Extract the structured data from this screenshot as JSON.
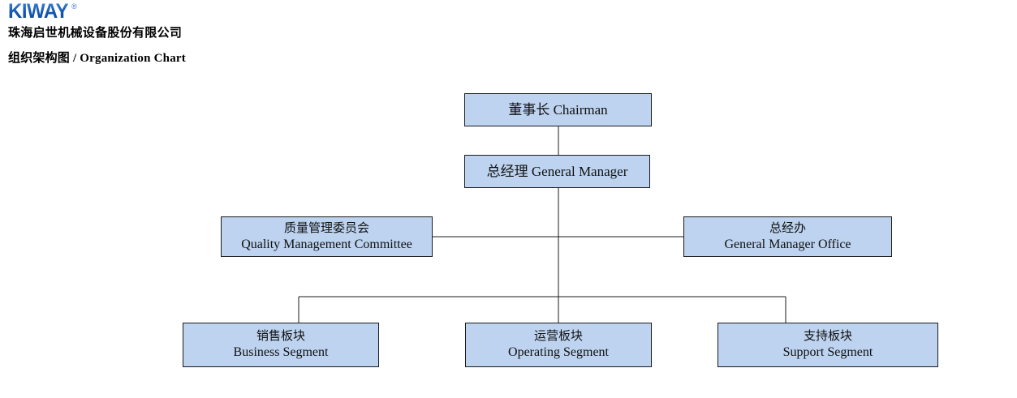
{
  "header": {
    "logo_text": "KIWAY",
    "logo_mark": "®",
    "company_name": "珠海启世机械设备股份有限公司",
    "chart_title": "组织架构图 / Organization Chart"
  },
  "colors": {
    "node_fill": "#bdd3ef",
    "node_border": "#1b1b1b",
    "connector": "#1b1b1b",
    "logo_blue": "#1356ae",
    "text": "#111111"
  },
  "chart_data": {
    "type": "diagram",
    "title": "组织架构图 / Organization Chart",
    "nodes": [
      {
        "id": "chairman",
        "cn": "董事长",
        "en": "Chairman",
        "label": "董事长 Chairman",
        "level": 0,
        "lines": 1
      },
      {
        "id": "gm",
        "cn": "总经理",
        "en": "General Manager",
        "label": "总经理 General Manager",
        "level": 1,
        "lines": 1
      },
      {
        "id": "qmc",
        "cn": "质量管理委员会",
        "en": "Quality Management Committee",
        "label": "质量管理委员会 / Quality Management Committee",
        "level": 2,
        "lines": 2,
        "side": "left"
      },
      {
        "id": "gmo",
        "cn": "总经办",
        "en": "General Manager Office",
        "label": "总经办 / General Manager Office",
        "level": 2,
        "lines": 2,
        "side": "right"
      },
      {
        "id": "business",
        "cn": "销售板块",
        "en": "Business Segment",
        "label": "销售板块 / Business Segment",
        "level": 3,
        "lines": 2
      },
      {
        "id": "operating",
        "cn": "运营板块",
        "en": "Operating Segment",
        "label": "运营板块 / Operating Segment",
        "level": 3,
        "lines": 2
      },
      {
        "id": "support",
        "cn": "支持板块",
        "en": "Support Segment",
        "label": "支持板块 / Support Segment",
        "level": 3,
        "lines": 2
      }
    ],
    "edges": [
      {
        "from": "chairman",
        "to": "gm"
      },
      {
        "from": "gm",
        "to": "qmc"
      },
      {
        "from": "gm",
        "to": "gmo"
      },
      {
        "from": "gm",
        "to": "business"
      },
      {
        "from": "gm",
        "to": "operating"
      },
      {
        "from": "gm",
        "to": "support"
      }
    ]
  }
}
